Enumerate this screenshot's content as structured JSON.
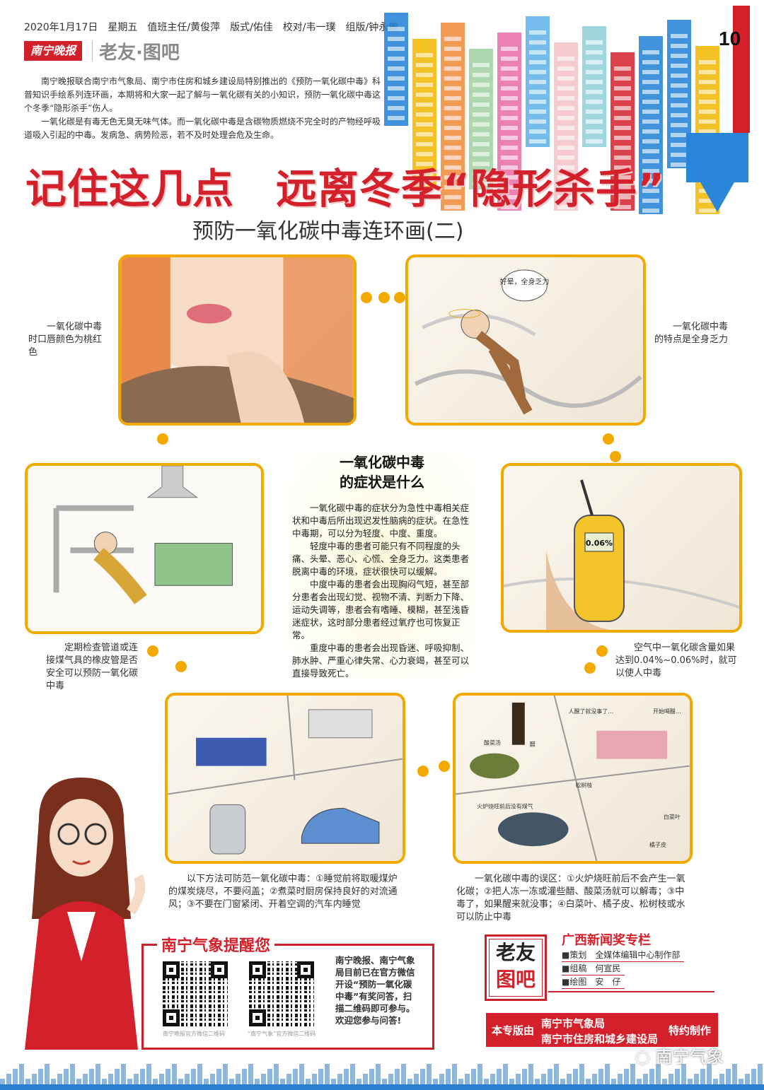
{
  "header": {
    "meta": "2020年1月17日　星期五　值班主任/黄俊萍　版式/佑佳　校对/韦一璞　组版/钟永敏",
    "logo": "南宁晚报",
    "section": "老友·图吧",
    "page_number": "10"
  },
  "intro": [
    "南宁晚报联合南宁市气象局、南宁市住房和城乡建设局特别推出的《预防一氧化碳中毒》科普知识手绘系列连环画，本期将和大家一起了解与一氧化碳有关的小知识，预防一氧化碳中毒这个冬季“隐形杀手”伤人。",
    "一氧化碳是有毒无色无臭无味气体。而一氧化碳中毒是含碳物质燃烧不完全时的产物经呼吸道吸入引起的中毒。发病急、病势险恶，若不及时处理会危及生命。"
  ],
  "title": "记住这几点　远离冬季“隐形杀手”",
  "subtitle": "预防一氧化碳中毒连环画(二)",
  "panels": {
    "p1_caption": "一氧化碳中毒时口唇颜色为桃红色",
    "p2_caption": "一氧化碳中毒的特点是全身乏力",
    "p2_bubble": "好晕，全身乏力",
    "p3_caption": "定期检查管道或连接煤气具的橡皮管是否安全可以预防一氧化碳中毒",
    "p4_caption": "空气中一氧化碳含量如果达到0.04%~0.06%时，就可以使人中毒",
    "p4_reading": "0.06%",
    "p5_caption": "以下方法可防范一氧化碳中毒：①睡觉前将取暖煤炉的煤炭烧尽，不要闷盖；②煮菜时厨房保持良好的对流通风；③不要在门窗紧闭、开着空调的汽车内睡觉",
    "p6_caption": "一氧化碳中毒的误区：①火炉烧旺前后不会产生一氧化碳；②把人冻一冻或灌些醋、酸菜汤就可以解毒；③中毒了，如果醒来就没事；④白菜叶、橘子皮、松树枝或水可以防止中毒",
    "p6_labels": [
      "酸菜汤",
      "醋",
      "松树枝",
      "白菜叶",
      "橘子皮",
      "火炉烧旺前后没有煤气",
      "人醒了就没事了…",
      "开始喝醋…"
    ]
  },
  "center": {
    "title_line1": "一氧化碳中毒",
    "title_line2": "的症状是什么",
    "paragraphs": [
      "一氧化碳中毒的症状分为急性中毒相关症状和中毒后所出现迟发性脑病的症状。在急性中毒期，可以分为轻度、中度、重度。",
      "轻度中毒的患者可能只有不同程度的头痛、头晕、恶心、心慌、全身乏力。这类患者脱离中毒的环境，症状很快可以缓解。",
      "中度中毒的患者会出现胸闷气短，甚至部分患者会出现幻觉、视物不清、判断力下降、运动失调等，患者会有嗜睡、模糊，甚至浅昏迷症状，这时部分患者经过氧疗也可恢复正常。",
      "重度中毒的患者会出现昏迷、呼吸抑制、肺水肿、严重心律失常、心力衰竭，甚至可以直接导致死亡。"
    ]
  },
  "reminder": {
    "title": "南宁气象提醒您",
    "qr1_caption": "南宁晚报官方微信二维码",
    "qr2_caption": "“南宁气象”官方微信二维码",
    "text": "南宁晚报、南宁气象局目前已在官方微信开设“预防一氧化碳中毒”有奖问答，扫描二维码即可参与。欢迎您参与问答!"
  },
  "column": {
    "box_line1": "老友",
    "box_line2": "图吧",
    "award": "广西新闻奖专栏",
    "credits": [
      "■策划　全媒体编辑中心制作部",
      "■组稿　何宣民",
      "■绘图　安　仔"
    ]
  },
  "banner": {
    "prefix": "本专版由",
    "org1": "南宁市气象局",
    "org2": "南宁市住房和城乡建设局",
    "suffix": "特约制作"
  },
  "watermark": "南宁气象",
  "colors": {
    "red": "#d4202a",
    "orange": "#f2a900",
    "blue": "#2a7fd0"
  }
}
